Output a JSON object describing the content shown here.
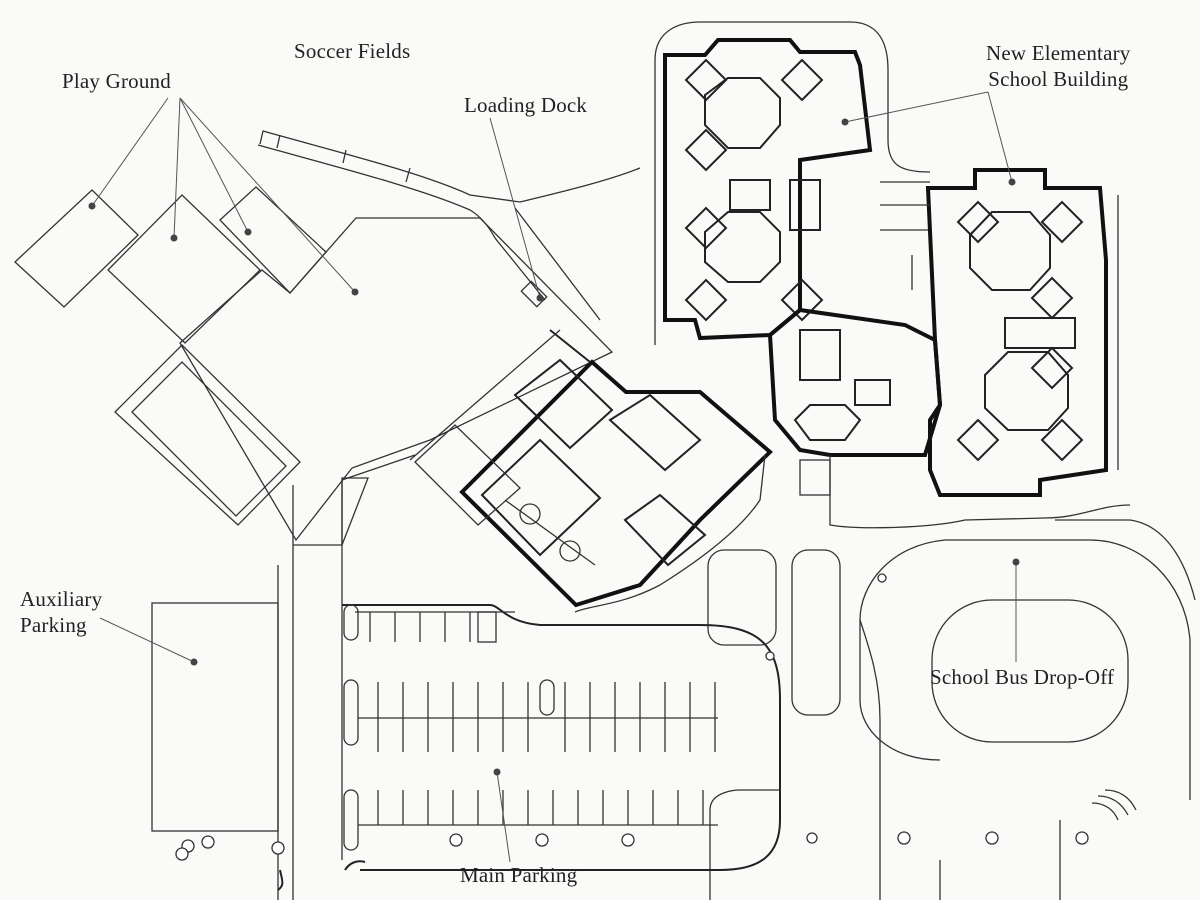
{
  "labels": {
    "soccer_fields": "Soccer Fields",
    "play_ground": "Play Ground",
    "loading_dock": "Loading Dock",
    "new_elementary_line1": "New Elementary",
    "new_elementary_line2": "School Building",
    "auxiliary_line1": "Auxiliary",
    "auxiliary_line2": "Parking",
    "school_bus_dropoff": "School Bus Drop-Off",
    "main_parking": "Main Parking"
  },
  "colors": {
    "ink": "#222222",
    "paper": "#fafaf8"
  }
}
